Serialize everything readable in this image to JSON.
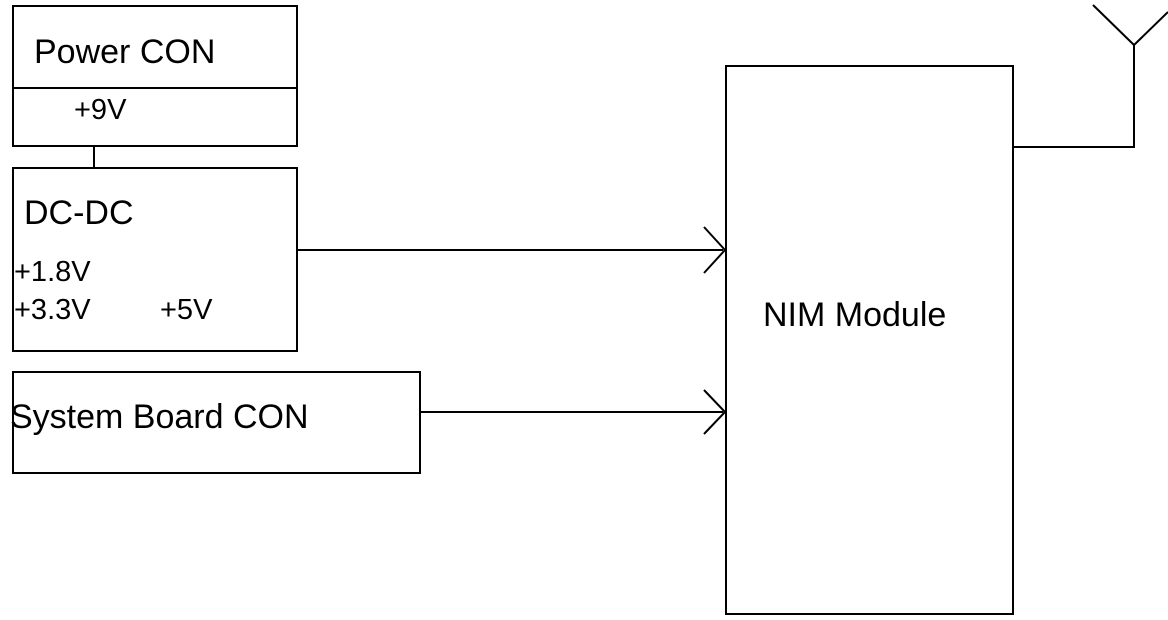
{
  "power_con": {
    "title": "Power CON",
    "voltage": "+9V"
  },
  "dcdc": {
    "title": "DC-DC",
    "voltage_1": "+1.8V",
    "voltage_2": "+3.3V",
    "voltage_3": "+5V"
  },
  "system_board_con": {
    "title": "System Board CON"
  },
  "nim_module": {
    "title": "NIM Module"
  },
  "colors": {
    "stroke": "#000000",
    "background": "#ffffff"
  },
  "icons": {
    "antenna": "antenna-icon"
  }
}
